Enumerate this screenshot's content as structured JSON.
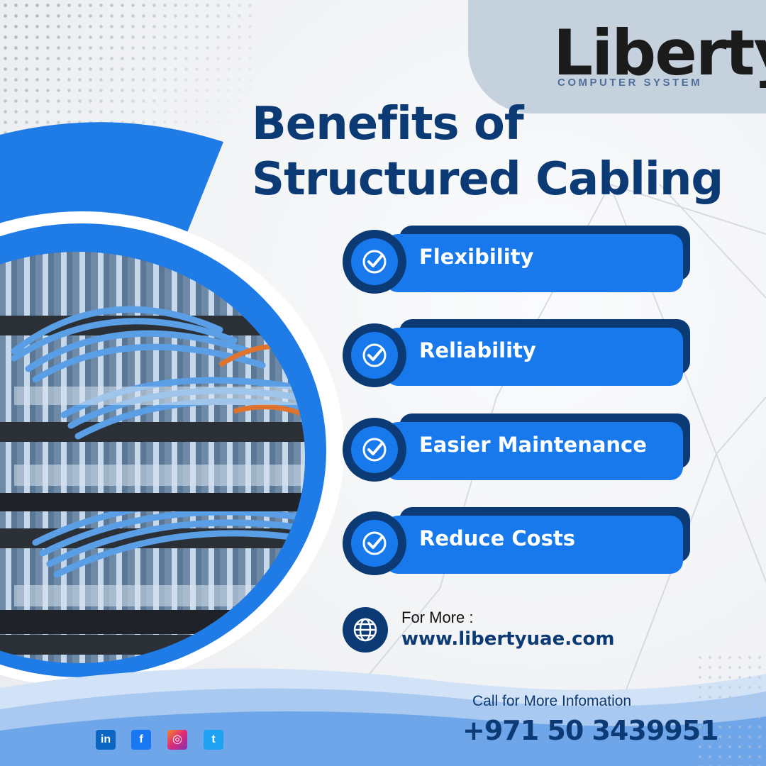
{
  "brand": {
    "name": "Liberty",
    "tagline": "COMPUTER SYSTEM"
  },
  "headline": {
    "line1": "Benefits of",
    "line2": "Structured Cabling"
  },
  "benefits": [
    {
      "label": "Flexibility",
      "icon": "check-circle-icon"
    },
    {
      "label": "Reliability",
      "icon": "check-circle-icon"
    },
    {
      "label": "Easier Maintenance",
      "icon": "check-circle-icon"
    },
    {
      "label": "Reduce Costs",
      "icon": "check-circle-icon"
    }
  ],
  "more": {
    "label": "For More :",
    "url": "www.libertyuae.com",
    "icon": "globe-icon"
  },
  "contact": {
    "label": "Call for More Infomation",
    "phone": "+971 50 3439951"
  },
  "social": [
    {
      "name": "linkedin-icon",
      "glyph": "in",
      "color": "#0a66c2"
    },
    {
      "name": "facebook-icon",
      "glyph": "f",
      "color": "#1877f2"
    },
    {
      "name": "instagram-icon",
      "glyph": "◎",
      "color": "#d6249f"
    },
    {
      "name": "twitter-icon",
      "glyph": "t",
      "color": "#1da1f2"
    }
  ],
  "colors": {
    "navy": "#0b3a75",
    "blue": "#1879ec",
    "logo_bg": "#c6d1de"
  }
}
